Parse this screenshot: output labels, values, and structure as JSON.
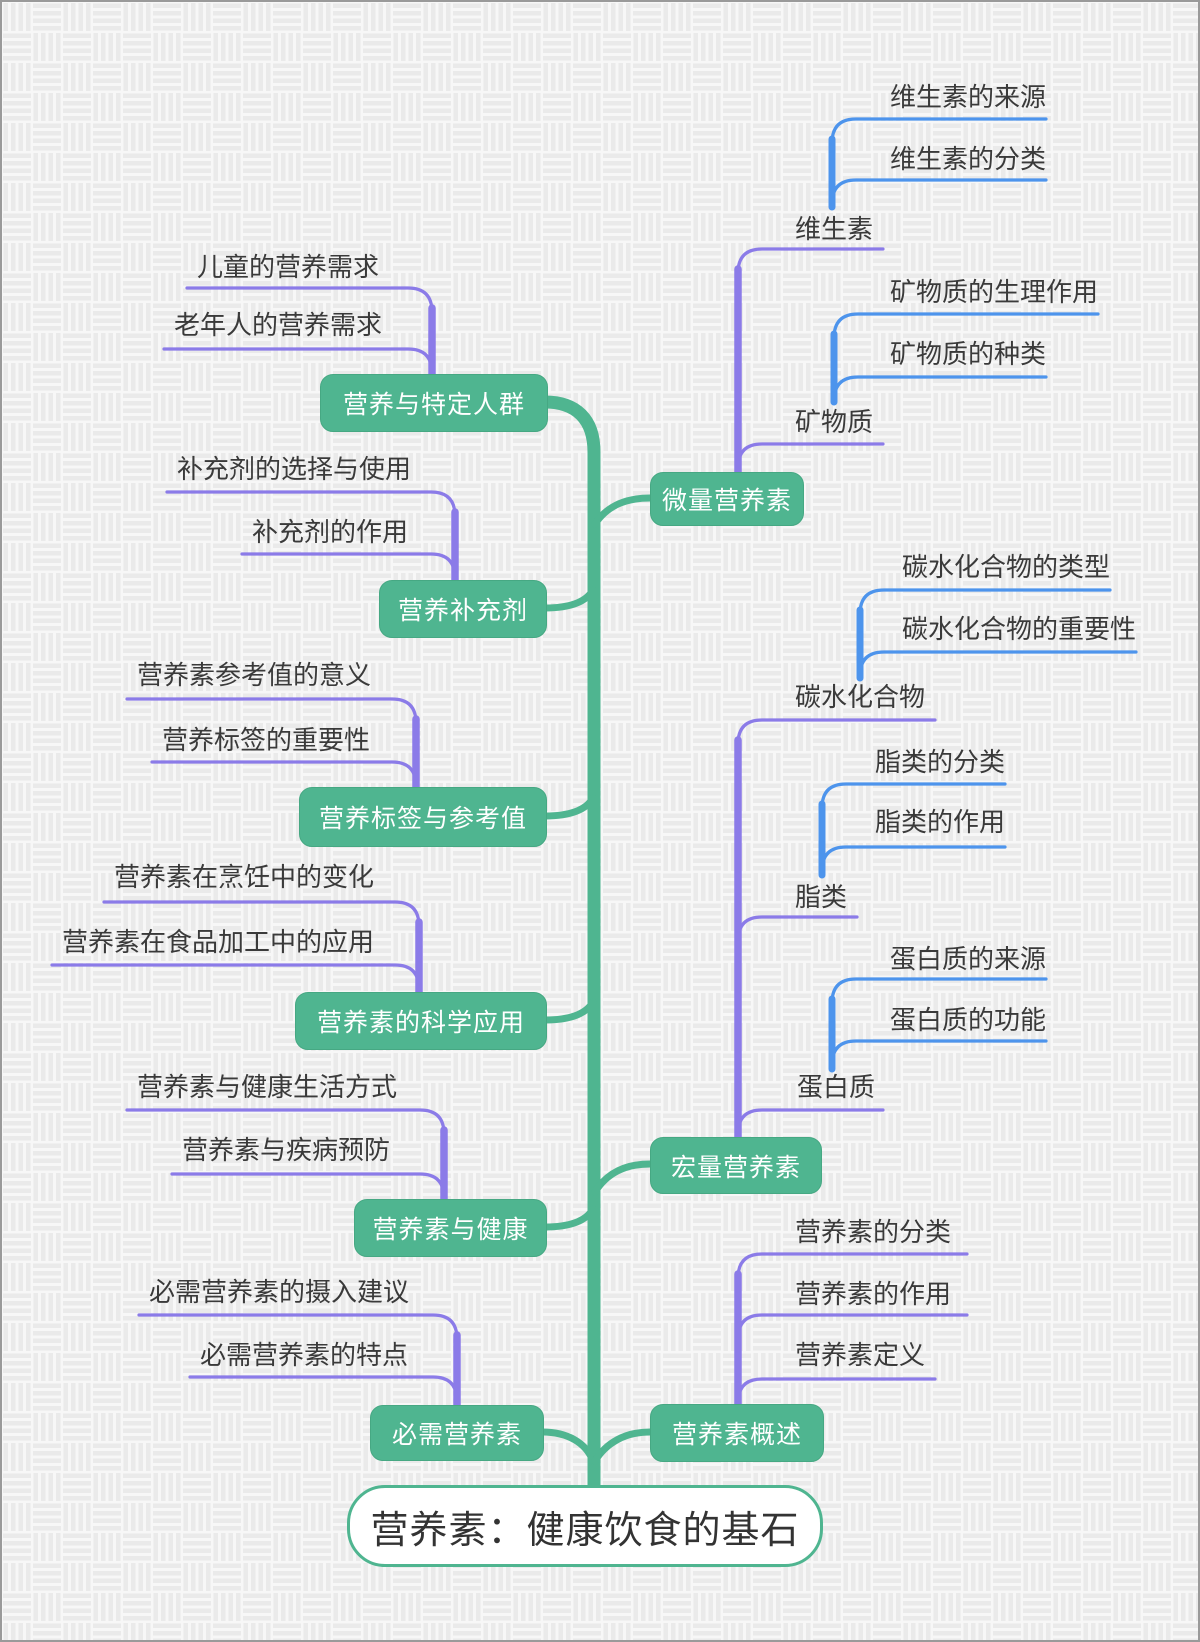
{
  "root": {
    "label": "营养素：健康饮食的基石"
  },
  "colors": {
    "node_green": "#4FB590",
    "branch_purple": "#8B7BE8",
    "branch_blue": "#4D94EC",
    "label_text": "#3a3a3a",
    "node_text": "#ffffff"
  },
  "map": {
    "left": [
      {
        "topic": "营养与特定人群",
        "subtopics": [
          "儿童的营养需求",
          "老年人的营养需求"
        ]
      },
      {
        "topic": "营养补充剂",
        "subtopics": [
          "补充剂的选择与使用",
          "补充剂的作用"
        ]
      },
      {
        "topic": "营养标签与参考值",
        "subtopics": [
          "营养素参考值的意义",
          "营养标签的重要性"
        ]
      },
      {
        "topic": "营养素的科学应用",
        "subtopics": [
          "营养素在烹饪中的变化",
          "营养素在食品加工中的应用"
        ]
      },
      {
        "topic": "营养素与健康",
        "subtopics": [
          "营养素与健康生活方式",
          "营养素与疾病预防"
        ]
      },
      {
        "topic": "必需营养素",
        "subtopics": [
          "必需营养素的摄入建议",
          "必需营养素的特点"
        ]
      }
    ],
    "right": [
      {
        "topic": "微量营养素",
        "subtopics": [
          {
            "label": "维生素",
            "children": [
              "维生素的来源",
              "维生素的分类"
            ]
          },
          {
            "label": "矿物质",
            "children": [
              "矿物质的生理作用",
              "矿物质的种类"
            ]
          }
        ]
      },
      {
        "topic": "宏量营养素",
        "subtopics": [
          {
            "label": "碳水化合物",
            "children": [
              "碳水化合物的类型",
              "碳水化合物的重要性"
            ]
          },
          {
            "label": "脂类",
            "children": [
              "脂类的分类",
              "脂类的作用"
            ]
          },
          {
            "label": "蛋白质",
            "children": [
              "蛋白质的来源",
              "蛋白质的功能"
            ]
          }
        ]
      },
      {
        "topic": "营养素概述",
        "subtopics": [
          {
            "label": "营养素的分类"
          },
          {
            "label": "营养素的作用"
          },
          {
            "label": "营养素定义"
          }
        ]
      }
    ]
  }
}
